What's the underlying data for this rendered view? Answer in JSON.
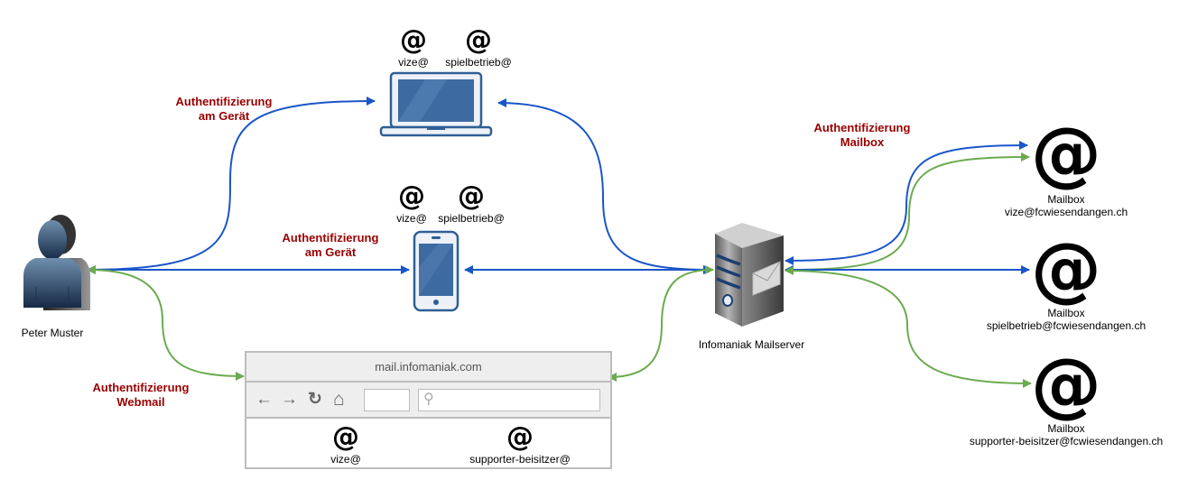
{
  "title": "Mail authentication overview",
  "colors": {
    "blue_connector": "#1a56c8",
    "green_connector": "#6aab4f",
    "auth_label": "#990000",
    "device_fill": "#3d6aa1",
    "device_outline": "#2f5f95"
  },
  "user": {
    "name": "Peter Muster",
    "icon": "person-icon"
  },
  "laptop": {
    "icon": "laptop-icon",
    "accounts": [
      {
        "icon": "at-icon",
        "label": "vize@"
      },
      {
        "icon": "at-icon",
        "label": "spielbetrieb@"
      }
    ],
    "auth_label": [
      "Authentifizierung",
      "am Gerät"
    ]
  },
  "phone": {
    "icon": "smartphone-icon",
    "accounts": [
      {
        "icon": "at-icon",
        "label": "vize@"
      },
      {
        "icon": "at-icon",
        "label": "spielbetrieb@"
      }
    ],
    "auth_label": [
      "Authentifizierung",
      "am Gerät"
    ]
  },
  "browser": {
    "url": "mail.infomaniak.com",
    "nav_icons": [
      "back-arrow-icon",
      "forward-arrow-icon",
      "reload-icon",
      "home-icon"
    ],
    "address_value": "",
    "search_value": "",
    "accounts": [
      {
        "icon": "at-icon",
        "label": "vize@"
      },
      {
        "icon": "at-icon",
        "label": "supporter-beisitzer@"
      }
    ],
    "auth_label": [
      "Authentifizierung",
      "Webmail"
    ]
  },
  "server": {
    "name": "Infomaniak Mailserver",
    "icon": "mail-server-icon"
  },
  "mailbox_auth_label": [
    "Authentifizierung",
    "Mailbox"
  ],
  "mailboxes": [
    {
      "icon": "at-icon",
      "title": "Mailbox",
      "address": "vize@fcwiesendangen.ch",
      "connectors": [
        "blue",
        "green"
      ]
    },
    {
      "icon": "at-icon",
      "title": "Mailbox",
      "address": "spielbetrieb@fcwiesendangen.ch",
      "connectors": [
        "blue"
      ]
    },
    {
      "icon": "at-icon",
      "title": "Mailbox",
      "address": "supporter-beisitzer@fcwiesendangen.ch",
      "connectors": [
        "green"
      ]
    }
  ],
  "glyphs": {
    "at": "@",
    "back": "←",
    "forward": "→",
    "reload": "↻",
    "home": "⌂",
    "search": "⚲"
  }
}
